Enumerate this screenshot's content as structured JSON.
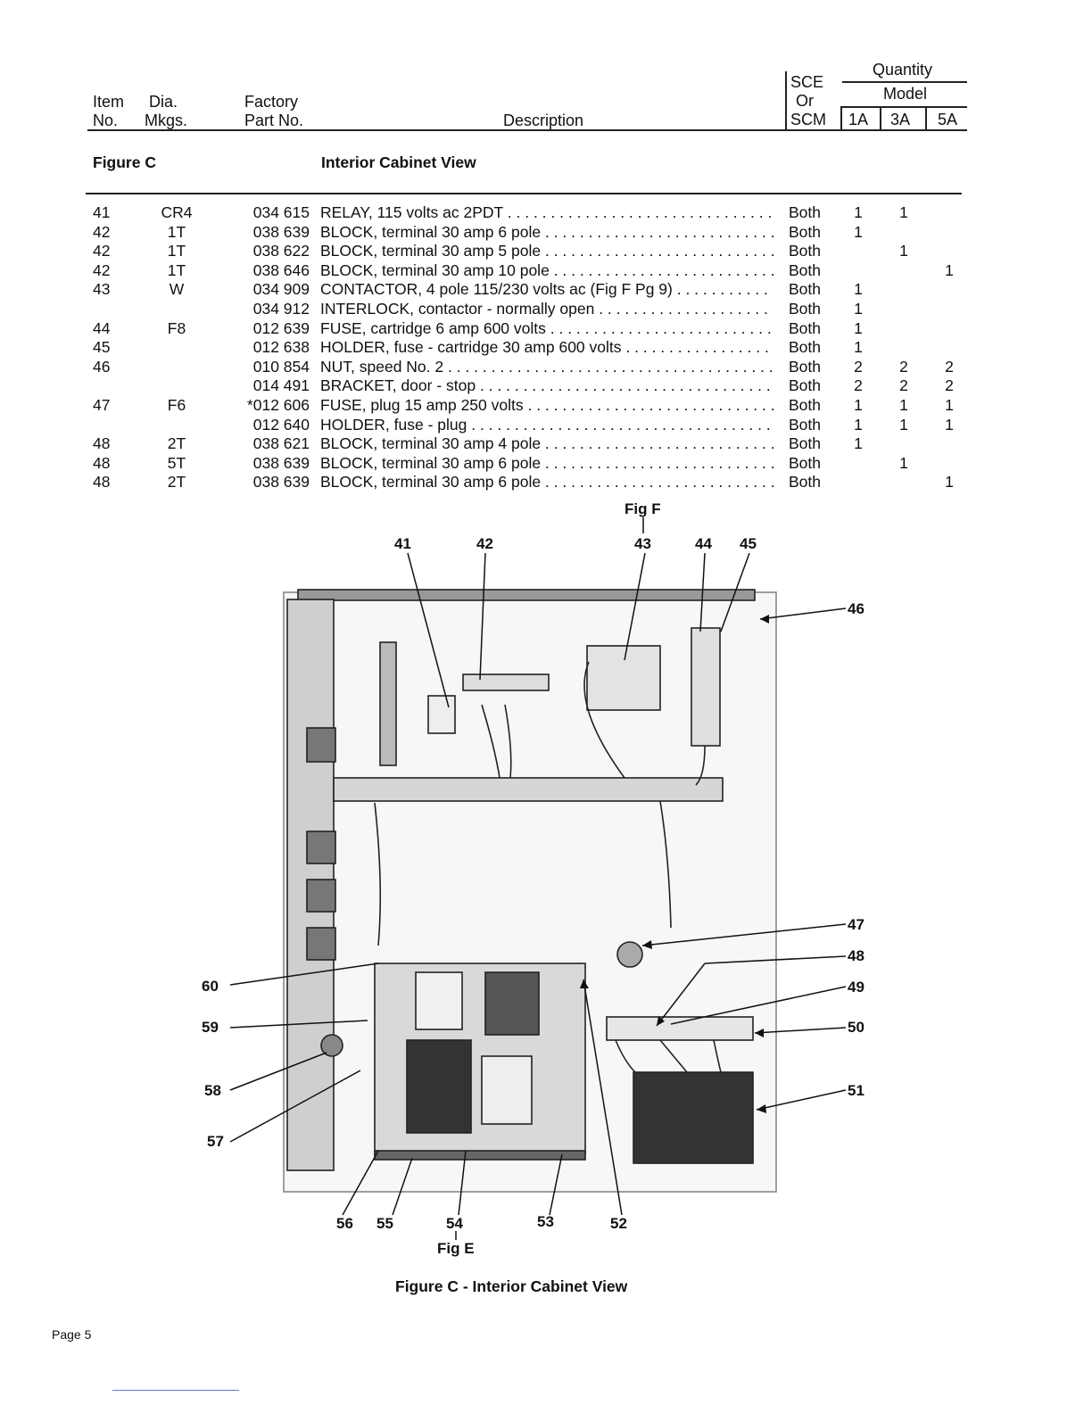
{
  "header": {
    "item_no_1": "Item",
    "item_no_2": "No.",
    "dia_mkgs_1": "Dia.",
    "dia_mkgs_2": "Mkgs.",
    "factory_part_1": "Factory",
    "factory_part_2": "Part No.",
    "description": "Description",
    "sce_1": "SCE",
    "sce_2": "Or",
    "sce_3": "SCM",
    "quantity": "Quantity",
    "model": "Model",
    "model_1a": "1A",
    "model_3a": "3A",
    "model_5a": "5A"
  },
  "section": {
    "figure_label": "Figure C",
    "figure_title": "Interior Cabinet View"
  },
  "parts": [
    {
      "item": "41",
      "dia": "CR4",
      "part": "034 615",
      "desc": "RELAY, 115 volts ac 2PDT",
      "sce": "Both",
      "q1a": "1",
      "q3a": "1",
      "q5a": ""
    },
    {
      "item": "42",
      "dia": "1T",
      "part": "038 639",
      "desc": "BLOCK, terminal 30 amp 6 pole",
      "sce": "Both",
      "q1a": "1",
      "q3a": "",
      "q5a": ""
    },
    {
      "item": "42",
      "dia": "1T",
      "part": "038 622",
      "desc": "BLOCK, terminal 30 amp 5 pole",
      "sce": "Both",
      "q1a": "",
      "q3a": "1",
      "q5a": ""
    },
    {
      "item": "42",
      "dia": "1T",
      "part": "038 646",
      "desc": "BLOCK, terminal 30 amp 10 pole",
      "sce": "Both",
      "q1a": "",
      "q3a": "",
      "q5a": "1"
    },
    {
      "item": "43",
      "dia": "W",
      "part": "034 909",
      "desc": "CONTACTOR, 4 pole 115/230 volts ac (Fig F Pg 9)",
      "sce": "Both",
      "q1a": "1",
      "q3a": "",
      "q5a": ""
    },
    {
      "item": "",
      "dia": "",
      "part": "034 912",
      "desc": "INTERLOCK, contactor - normally open",
      "sce": "Both",
      "q1a": "1",
      "q3a": "",
      "q5a": ""
    },
    {
      "item": "44",
      "dia": "F8",
      "part": "012 639",
      "desc": "FUSE, cartridge 6 amp 600 volts",
      "sce": "Both",
      "q1a": "1",
      "q3a": "",
      "q5a": ""
    },
    {
      "item": "45",
      "dia": "",
      "part": "012 638",
      "desc": "HOLDER, fuse - cartridge 30 amp 600 volts",
      "sce": "Both",
      "q1a": "1",
      "q3a": "",
      "q5a": ""
    },
    {
      "item": "46",
      "dia": "",
      "part": "010 854",
      "desc": "NUT, speed No. 2",
      "sce": "Both",
      "q1a": "2",
      "q3a": "2",
      "q5a": "2"
    },
    {
      "item": "",
      "dia": "",
      "part": "014 491",
      "desc": "BRACKET, door - stop",
      "sce": "Both",
      "q1a": "2",
      "q3a": "2",
      "q5a": "2"
    },
    {
      "item": "47",
      "dia": "F6",
      "part": "*012 606",
      "desc": "FUSE, plug 15 amp 250 volts",
      "sce": "Both",
      "q1a": "1",
      "q3a": "1",
      "q5a": "1"
    },
    {
      "item": "",
      "dia": "",
      "part": "012 640",
      "desc": "HOLDER, fuse - plug",
      "sce": "Both",
      "q1a": "1",
      "q3a": "1",
      "q5a": "1"
    },
    {
      "item": "48",
      "dia": "2T",
      "part": "038 621",
      "desc": "BLOCK, terminal 30 amp 4 pole",
      "sce": "Both",
      "q1a": "1",
      "q3a": "",
      "q5a": ""
    },
    {
      "item": "48",
      "dia": "5T",
      "part": "038 639",
      "desc": "BLOCK, terminal 30 amp 6 pole",
      "sce": "Both",
      "q1a": "",
      "q3a": "1",
      "q5a": ""
    },
    {
      "item": "48",
      "dia": "2T",
      "part": "038 639",
      "desc": "BLOCK, terminal 30 amp 6 pole",
      "sce": "Both",
      "q1a": "",
      "q3a": "",
      "q5a": "1"
    }
  ],
  "figure": {
    "fig_f_ref": "Fig F",
    "fig_e_ref": "Fig E",
    "callouts": [
      "41",
      "42",
      "43",
      "44",
      "45",
      "46",
      "47",
      "48",
      "49",
      "50",
      "51",
      "52",
      "53",
      "54",
      "55",
      "56",
      "57",
      "58",
      "59",
      "60"
    ],
    "caption": "Figure C - Interior Cabinet View"
  },
  "footer": {
    "page": "Page 5"
  }
}
